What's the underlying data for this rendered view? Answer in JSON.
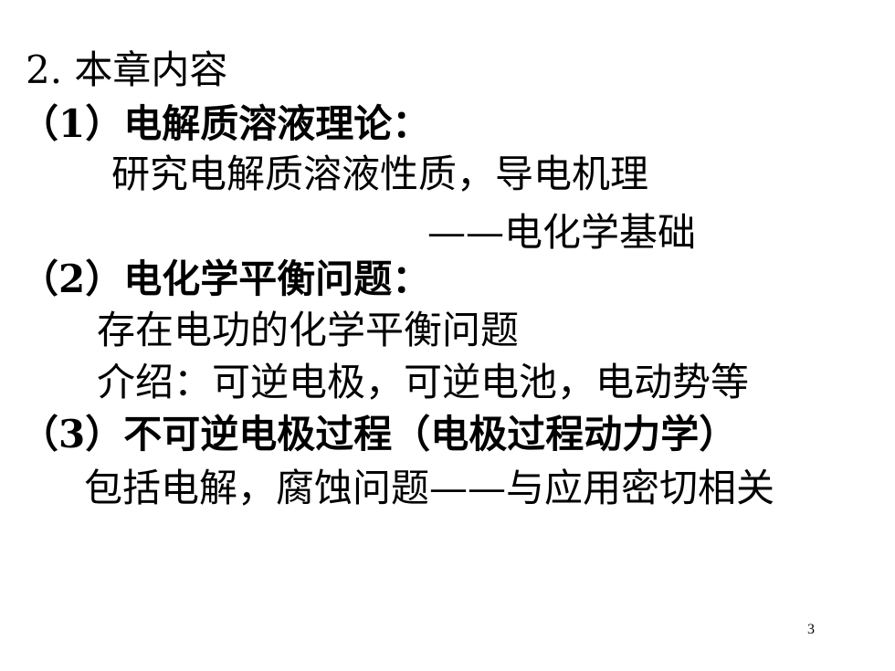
{
  "slide": {
    "heading": "2. 本章内容",
    "section1": {
      "title": "（1）电解质溶液理论：",
      "line1": "研究电解质溶液性质，导电机理",
      "line2": "——电化学基础"
    },
    "section2": {
      "title": "（2）电化学平衡问题：",
      "line1": "存在电功的化学平衡问题",
      "line2": "介绍：可逆电极，可逆电池，电动势等"
    },
    "section3": {
      "title": "（3）不可逆电极过程（电极过程动力学）",
      "line1": "包括电解，腐蚀问题——与应用密切相关"
    },
    "page_number": "3"
  }
}
